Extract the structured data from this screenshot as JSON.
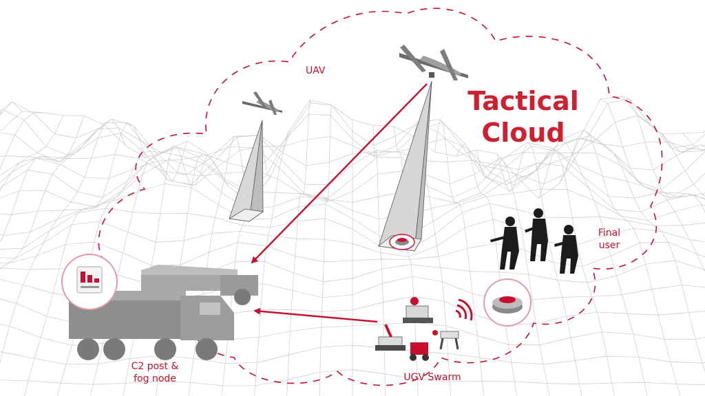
{
  "labels": {
    "uav": "UAV",
    "tactical": "Tactical",
    "cloud": "Cloud",
    "final_user_line1": "Final",
    "final_user_line2": "user",
    "c2_line1": "C2 post &",
    "c2_line2": "fog node",
    "ugv": "UGV Swarm"
  },
  "colors": {
    "accent": "#c8102e",
    "terrain": "#c9c9c9",
    "vehicle": "#8c8c8c",
    "silhouette": "#1c1c1c"
  },
  "icons": {
    "drone": "uav-drone-icon",
    "truck": "military-truck-icon",
    "soldier": "soldier-silhouette-icon",
    "landmine": "landmine-icon",
    "robot": "ugv-robot-icon",
    "wireless": "wireless-signal-icon"
  }
}
